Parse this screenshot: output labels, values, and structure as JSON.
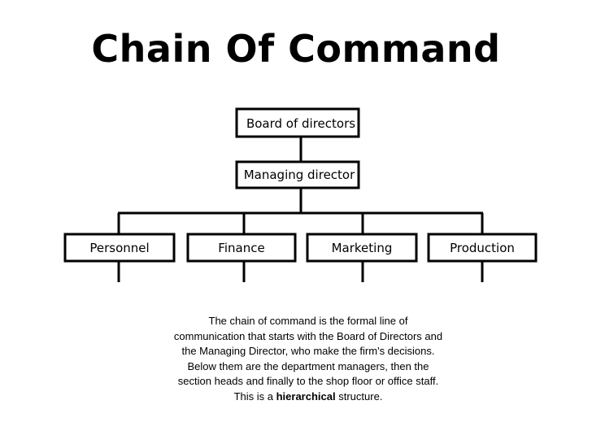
{
  "slide": {
    "title": "Chain Of Command",
    "caption": {
      "lines": [
        "The chain of command is the formal line of",
        "communication that starts with the Board of Directors and",
        "the Managing Director, who make the firm's decisions.",
        "Below them are the department managers, then the",
        "section heads and finally to the shop floor or office staff."
      ],
      "last_prefix": "This is a ",
      "last_bold": "hierarchical",
      "last_suffix": " structure."
    }
  },
  "org_chart": {
    "root": "Board of directors",
    "second": "Managing director",
    "departments": [
      "Personnel",
      "Finance",
      "Marketing",
      "Production"
    ]
  }
}
